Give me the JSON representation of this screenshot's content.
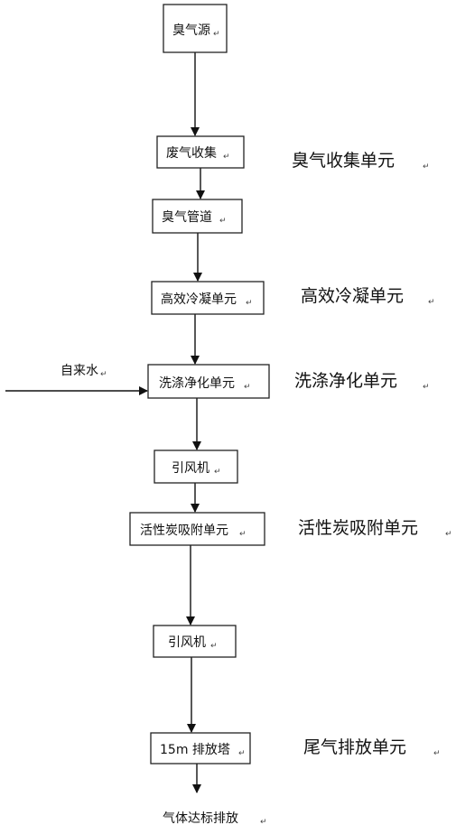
{
  "nodes": {
    "odor_source": "臭气源",
    "waste_gas_collection": "废气收集",
    "odor_pipe": "臭气管道",
    "condensation": "高效冷凝单元",
    "washing": "洗涤净化单元",
    "fan_1": "引风机",
    "activated_carbon": "活性炭吸附单元",
    "fan_2": "引风机",
    "tower": "15m 排放塔",
    "output": "气体达标排放"
  },
  "units": {
    "collection": "臭气收集单元",
    "condensation": "高效冷凝单元",
    "washing": "洗涤净化单元",
    "adsorption": "活性炭吸附单元",
    "exhaust": "尾气排放单元"
  },
  "inputs": {
    "tap_water": "自来水"
  },
  "marks": {
    "paragraph": "↵"
  }
}
